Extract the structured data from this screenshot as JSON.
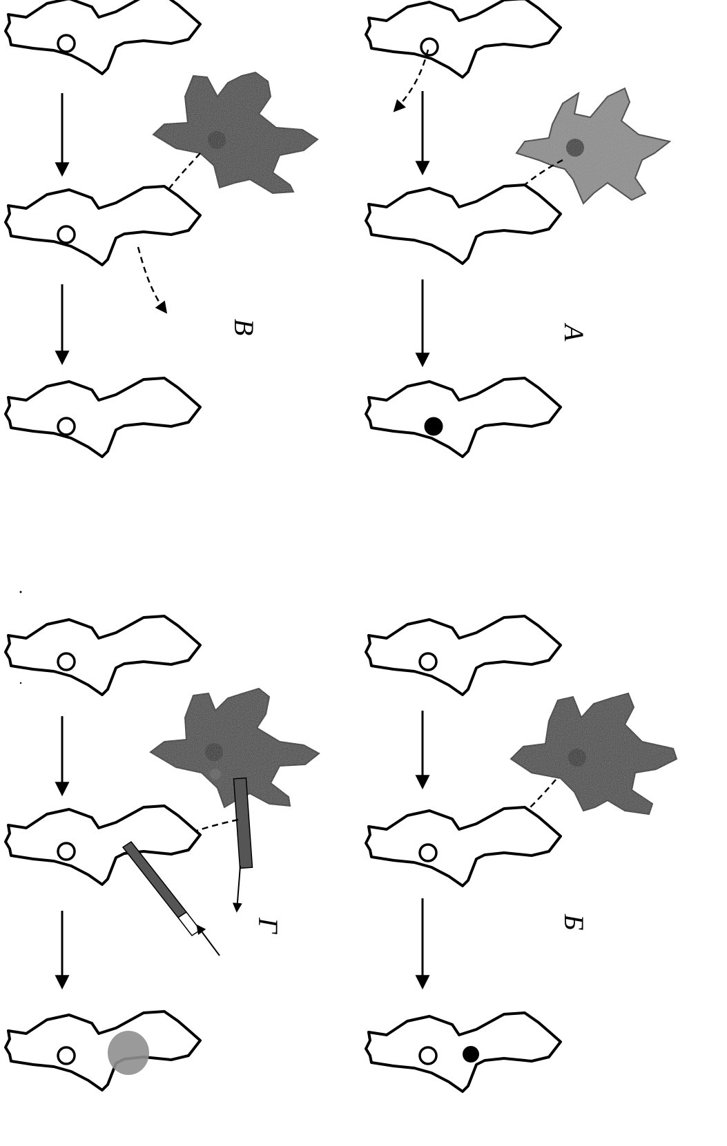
{
  "panels": [
    {
      "id": "A",
      "label": "А",
      "description_nucleus_end": "filled"
    },
    {
      "id": "B",
      "label": "Б",
      "description_nucleus_end": "filled"
    },
    {
      "id": "V",
      "label": "В",
      "description_nucleus_end": "open"
    },
    {
      "id": "G",
      "label": "Г",
      "description_nucleus_end": "diffuse"
    }
  ],
  "colors": {
    "line": "#000000",
    "background": "#ffffff",
    "amoeba_dark": "#3d3d3d",
    "amoeba_light": "#8a8a8a",
    "pipette": "#555555",
    "diffuse_nucleus": "#8f8f8f"
  }
}
